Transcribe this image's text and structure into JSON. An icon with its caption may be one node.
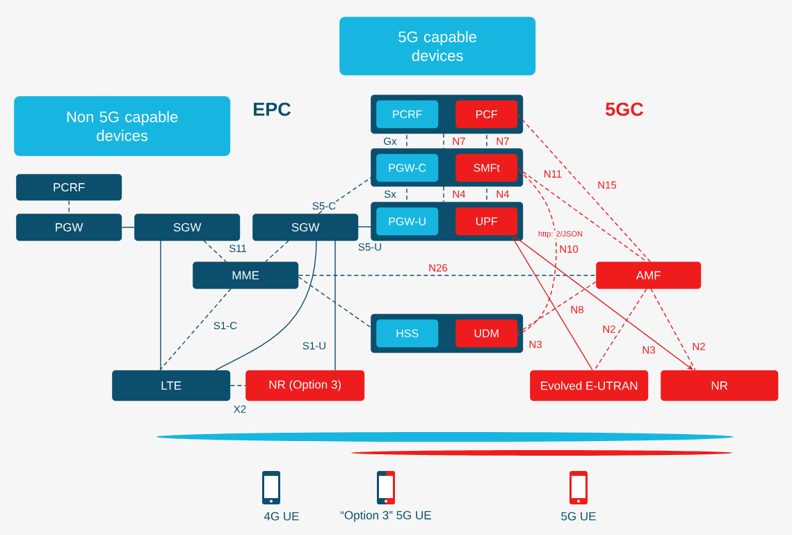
{
  "diagram": {
    "nodes": [
      {
        "text": [
          "5G capable devices"
        ]
      },
      {
        "text": [
          "Non 5G capable devices"
        ]
      },
      {
        "text": [
          "PCRF"
        ]
      },
      {
        "text": [
          "PGW"
        ]
      },
      {
        "text": [
          "SGW"
        ]
      },
      {
        "text": [
          "SGW"
        ]
      },
      {
        "text": [],
        "shape": "box"
      },
      {
        "text": [
          "PCRF"
        ],
        "in": 6
      },
      {
        "text": [
          "PCF"
        ],
        "in": 6
      },
      {
        "text": [],
        "shape": "box"
      },
      {
        "text": [
          "PGW-C"
        ],
        "in": 9
      },
      {
        "text": [
          "SMFt"
        ],
        "in": 9
      },
      {
        "text": [],
        "shape": "box"
      },
      {
        "text": [
          "PGW-U"
        ],
        "in": 12
      },
      {
        "text": [
          "UPF"
        ],
        "in": 12
      },
      {
        "text": [
          "MME"
        ]
      },
      {
        "text": [
          "AMF"
        ]
      },
      {
        "text": [],
        "shape": "box"
      },
      {
        "text": [
          "HSS"
        ],
        "in": 17
      },
      {
        "text": [
          "UDM"
        ],
        "in": 17
      },
      {
        "text": [
          "LTE"
        ]
      },
      {
        "text": [
          "NR (Option 3)"
        ]
      },
      {
        "text": [
          "Evolved E-UTRAN"
        ]
      },
      {
        "text": [
          "NR"
        ]
      }
    ],
    "edges": [
      {
        "from": 2,
        "to": 3,
        "arrow": "none",
        "style": "dashed"
      },
      {
        "from": 3,
        "to": 4,
        "arrow": "none"
      },
      {
        "from": 4,
        "to": 15,
        "arrow": "none",
        "style": "dashed",
        "label": "S11"
      },
      {
        "from": 5,
        "to": 15,
        "arrow": "none",
        "style": "dashed"
      },
      {
        "from": 5,
        "to": 10,
        "arrow": "none",
        "style": "dashed",
        "label": "S5-C"
      },
      {
        "from": 5,
        "to": 13,
        "arrow": "none",
        "label": "S5-U"
      },
      {
        "from": 4,
        "to": 20,
        "arrow": "none"
      },
      {
        "from": 15,
        "to": 20,
        "arrow": "none",
        "style": "dashed",
        "label": "S1-C"
      },
      {
        "from": 5,
        "to": 20,
        "arrow": "none"
      },
      {
        "from": 5,
        "to": 21,
        "arrow": "none",
        "label": "S1-U"
      },
      {
        "from": 20,
        "to": 21,
        "arrow": "none",
        "style": "dashed",
        "label": "X2"
      },
      {
        "from": 15,
        "to": 16,
        "arrow": "none",
        "style": "dashed",
        "label": "N26"
      },
      {
        "from": 15,
        "to": 18,
        "arrow": "none",
        "style": "dashed"
      },
      {
        "from": 7,
        "to": 10,
        "arrow": "none",
        "style": "dashed",
        "label": "Gx"
      },
      {
        "from": 6,
        "to": 9,
        "arrow": "none",
        "style": "dashed",
        "label": "N7"
      },
      {
        "from": 8,
        "to": 11,
        "arrow": "none",
        "style": "dashed",
        "label": "N7"
      },
      {
        "from": 10,
        "to": 13,
        "arrow": "none",
        "style": "dashed",
        "label": "Sx"
      },
      {
        "from": 9,
        "to": 12,
        "arrow": "none",
        "style": "dashed",
        "label": "N4"
      },
      {
        "from": 11,
        "to": 14,
        "arrow": "none",
        "style": "dashed",
        "label": "N4"
      },
      {
        "from": 8,
        "to": 16,
        "arrow": "none",
        "style": "dashed",
        "color": "#e8191c",
        "label": "N15"
      },
      {
        "from": 11,
        "to": 16,
        "arrow": "none",
        "style": "dashed",
        "color": "#e8191c",
        "label": "N11"
      },
      {
        "from": 11,
        "to": 19,
        "arrow": "none",
        "style": "dashed",
        "color": "#e8191c",
        "label": "N10"
      },
      {
        "from": 16,
        "to": 19,
        "arrow": "none",
        "style": "dashed",
        "color": "#e8191c",
        "label": "N8"
      },
      {
        "from": 14,
        "to": 22,
        "arrow": "none",
        "color": "#e8191c",
        "label": "N3"
      },
      {
        "from": 14,
        "to": 23,
        "arrow": "to",
        "color": "#e8191c",
        "label": "N3"
      },
      {
        "from": 16,
        "to": 22,
        "arrow": "none",
        "style": "dashed",
        "color": "#e8191c",
        "label": "N2"
      },
      {
        "from": 16,
        "to": 23,
        "arrow": "none",
        "style": "dashed",
        "color": "#e8191c",
        "label": "N2"
      }
    ],
    "labels": [
      "EPC",
      "5GC",
      "http: 2/JSON",
      "4G UE",
      "“Option 3” 5G UE",
      "5G UE"
    ]
  }
}
